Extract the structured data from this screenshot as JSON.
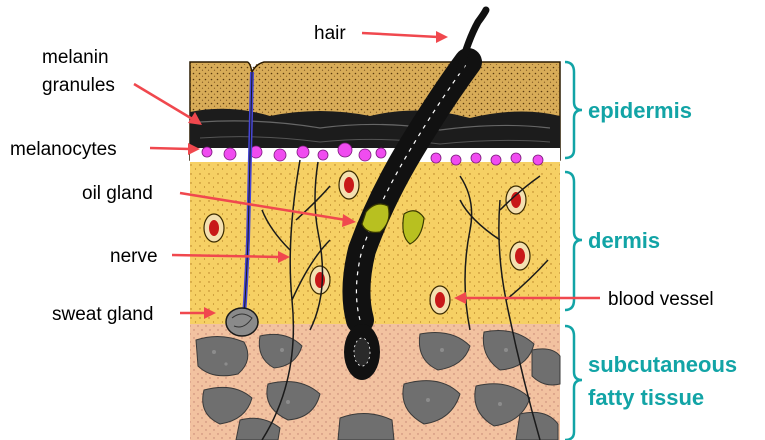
{
  "colors": {
    "arrow": "#f0484e",
    "layer_label": "#12a4a6",
    "epidermis_bg": "#d8ac58",
    "dermis_bg": "#f6d064",
    "subcutaneous_bg": "#f2c2a0",
    "melanocyte": "#f04cf0",
    "blood_vessel": "#c81818",
    "nerve": "#4646d6",
    "oil_gland": "#b8c020",
    "fat": "#6f6f6f"
  },
  "labels": {
    "hair": "hair",
    "melanin_line1": "melanin",
    "melanin_line2": "granules",
    "melanocytes": "melanocytes",
    "oil_gland": "oil gland",
    "nerve": "nerve",
    "sweat_gland": "sweat gland",
    "blood_vessel": "blood vessel"
  },
  "layers": {
    "epidermis": "epidermis",
    "dermis": "dermis",
    "subcutaneous_line1": "subcutaneous",
    "subcutaneous_line2": "fatty tissue"
  }
}
